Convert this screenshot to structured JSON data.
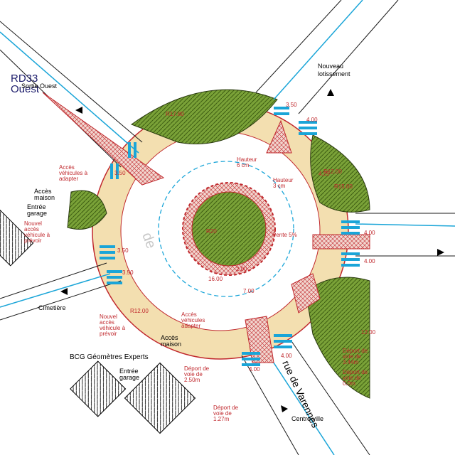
{
  "labels": {
    "road_name": "RD33",
    "road_subtitle": "Ouest",
    "road_subtitle_overlay": "Sortie Ouest",
    "nouveau_lotissement": "Nouveau\nlotissement",
    "acces_maison_left": "Accès\nmaison",
    "entree_garage_left": "Entrée\ngarage",
    "nouvel_acces_left": "Nouvel\naccès\nvéhicule à\nprévoir",
    "acces_vehicules": "Accès\nvéhicules à\nadapter",
    "cimetiere": "Cimetière",
    "nouvel_acces_bottom": "Nouvel\naccès\nvéhicule à\nprévoir",
    "acces_vehicules_bottom": "Accès\nvéhicules\nadapter",
    "acces_maison_bottom": "Accès\nmaison",
    "geometres": "BCG Géomètres Experts",
    "entree_garage_bottom": "Entrée\ngarage",
    "rue_de_varennes": "rue de Varennes",
    "centre_ville": "Centre ville",
    "hauteur_top": "Hauteur\n6 cm",
    "hauteur_right": "Hauteur\n3 cm",
    "pente": "Pente 5%",
    "deport_left": "Déport de\nvoie de\n2.50m",
    "deport_bottom": "Déport de\nvoie de\n1.27m",
    "deport_right_top": "Déport de\nvoie de\n3.44m",
    "deport_right_bottom": "Déport de\nvoie de\n0.0m",
    "de_watermark": "de"
  },
  "dimensions": {
    "r17": "R17.80",
    "r12": "R12.00",
    "r15": "R15.00",
    "r12_right": "R12.00",
    "d3_50_top": "3.50",
    "d4_00_top": "4.00",
    "d3_50_left": "3.50",
    "d3_50_left2": "3.50",
    "d3_50_left3": "3.50",
    "d4_00_right1": "4.00",
    "d4_00_right2": "4.00",
    "d2_00": "2.00",
    "d7_00": "7.00",
    "d16_00": "16.00",
    "d12_00_right": "12.00",
    "d4_00_bottom1": "4.00",
    "d4_00_bottom2": "4.00",
    "d4_25": "4.25",
    "r20": "R20"
  }
}
